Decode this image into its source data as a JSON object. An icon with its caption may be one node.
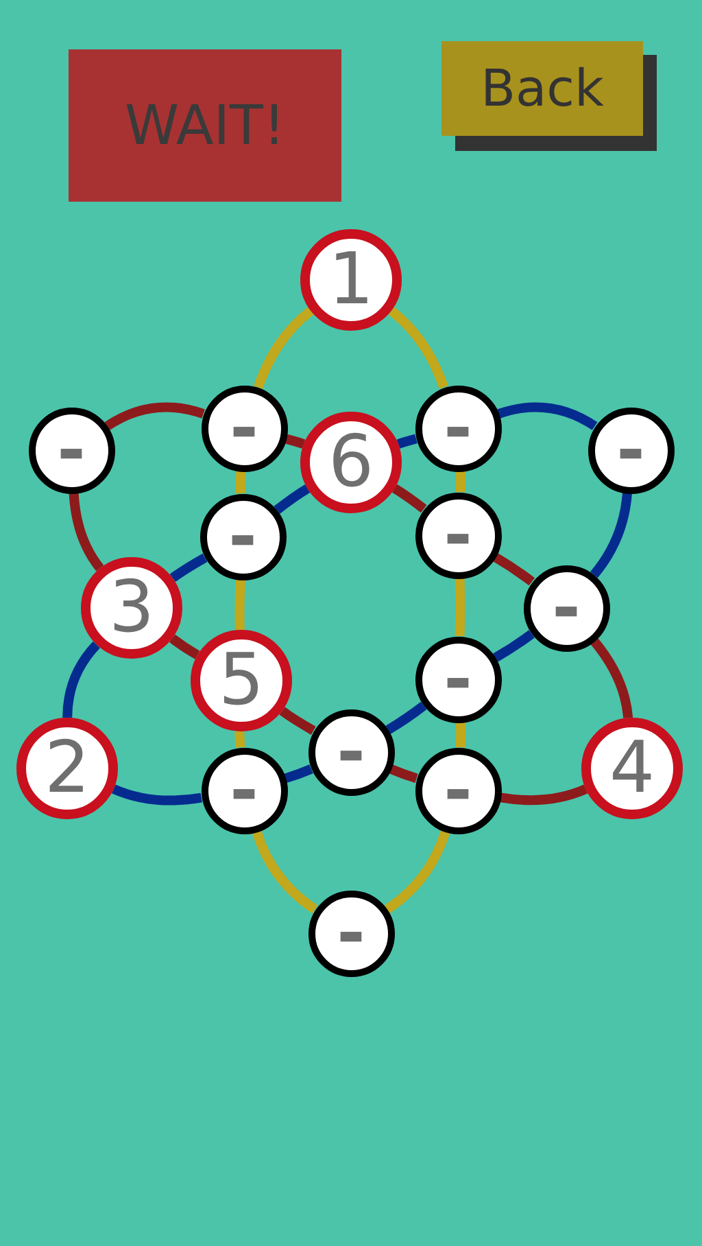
{
  "diagram": {
    "nodes": [
      {
        "text": [
          "WAIT!"
        ]
      },
      {
        "text": [
          "Back"
        ]
      },
      {
        "text": [
          "1"
        ]
      },
      {
        "text": [
          "-"
        ]
      },
      {
        "text": [
          "-"
        ]
      },
      {
        "text": [
          "6"
        ]
      },
      {
        "text": [
          "-"
        ]
      },
      {
        "text": [
          "-"
        ]
      },
      {
        "text": [
          "-"
        ]
      },
      {
        "text": [
          "-"
        ]
      },
      {
        "text": [
          "3"
        ]
      },
      {
        "text": [
          "-"
        ]
      },
      {
        "text": [
          "5"
        ]
      },
      {
        "text": [
          "-"
        ]
      },
      {
        "text": [
          "-"
        ]
      },
      {
        "text": [
          "2"
        ]
      },
      {
        "text": [
          "-"
        ]
      },
      {
        "text": [
          "-"
        ]
      },
      {
        "text": [
          "4"
        ]
      },
      {
        "text": [
          "-"
        ]
      }
    ],
    "edges": [
      {
        "from": 2,
        "to": 4,
        "arrow": "none",
        "color": "#c2a81c"
      },
      {
        "from": 4,
        "to": 8,
        "arrow": "none",
        "color": "#c2a81c"
      },
      {
        "from": 8,
        "to": 12,
        "arrow": "none",
        "color": "#c2a81c"
      },
      {
        "from": 12,
        "to": 16,
        "arrow": "none",
        "color": "#c2a81c"
      },
      {
        "from": 16,
        "to": 19,
        "arrow": "none",
        "color": "#c2a81c"
      },
      {
        "from": 19,
        "to": 17,
        "arrow": "none",
        "color": "#c2a81c"
      },
      {
        "from": 17,
        "to": 13,
        "arrow": "none",
        "color": "#c2a81c"
      },
      {
        "from": 13,
        "to": 9,
        "arrow": "none",
        "color": "#c2a81c"
      },
      {
        "from": 9,
        "to": 6,
        "arrow": "none",
        "color": "#c2a81c"
      },
      {
        "from": 6,
        "to": 2,
        "arrow": "none",
        "color": "#c2a81c"
      },
      {
        "from": 3,
        "to": 4,
        "arrow": "none",
        "color": "#8e1b1b"
      },
      {
        "from": 4,
        "to": 5,
        "arrow": "none",
        "color": "#8e1b1b"
      },
      {
        "from": 5,
        "to": 9,
        "arrow": "none",
        "color": "#8e1b1b"
      },
      {
        "from": 9,
        "to": 11,
        "arrow": "none",
        "color": "#8e1b1b"
      },
      {
        "from": 11,
        "to": 18,
        "arrow": "none",
        "color": "#8e1b1b"
      },
      {
        "from": 18,
        "to": 17,
        "arrow": "none",
        "color": "#8e1b1b"
      },
      {
        "from": 17,
        "to": 14,
        "arrow": "none",
        "color": "#8e1b1b"
      },
      {
        "from": 14,
        "to": 12,
        "arrow": "none",
        "color": "#8e1b1b"
      },
      {
        "from": 12,
        "to": 10,
        "arrow": "none",
        "color": "#8e1b1b"
      },
      {
        "from": 10,
        "to": 3,
        "arrow": "none",
        "color": "#8e1b1b"
      },
      {
        "from": 7,
        "to": 6,
        "arrow": "none",
        "color": "#052b8f"
      },
      {
        "from": 6,
        "to": 5,
        "arrow": "none",
        "color": "#052b8f"
      },
      {
        "from": 5,
        "to": 8,
        "arrow": "none",
        "color": "#052b8f"
      },
      {
        "from": 8,
        "to": 10,
        "arrow": "none",
        "color": "#052b8f"
      },
      {
        "from": 10,
        "to": 15,
        "arrow": "none",
        "color": "#052b8f"
      },
      {
        "from": 15,
        "to": 16,
        "arrow": "none",
        "color": "#052b8f"
      },
      {
        "from": 16,
        "to": 14,
        "arrow": "none",
        "color": "#052b8f"
      },
      {
        "from": 14,
        "to": 13,
        "arrow": "none",
        "color": "#052b8f"
      },
      {
        "from": 13,
        "to": 11,
        "arrow": "none",
        "color": "#052b8f"
      },
      {
        "from": 11,
        "to": 7,
        "arrow": "none",
        "color": "#052b8f"
      }
    ]
  }
}
